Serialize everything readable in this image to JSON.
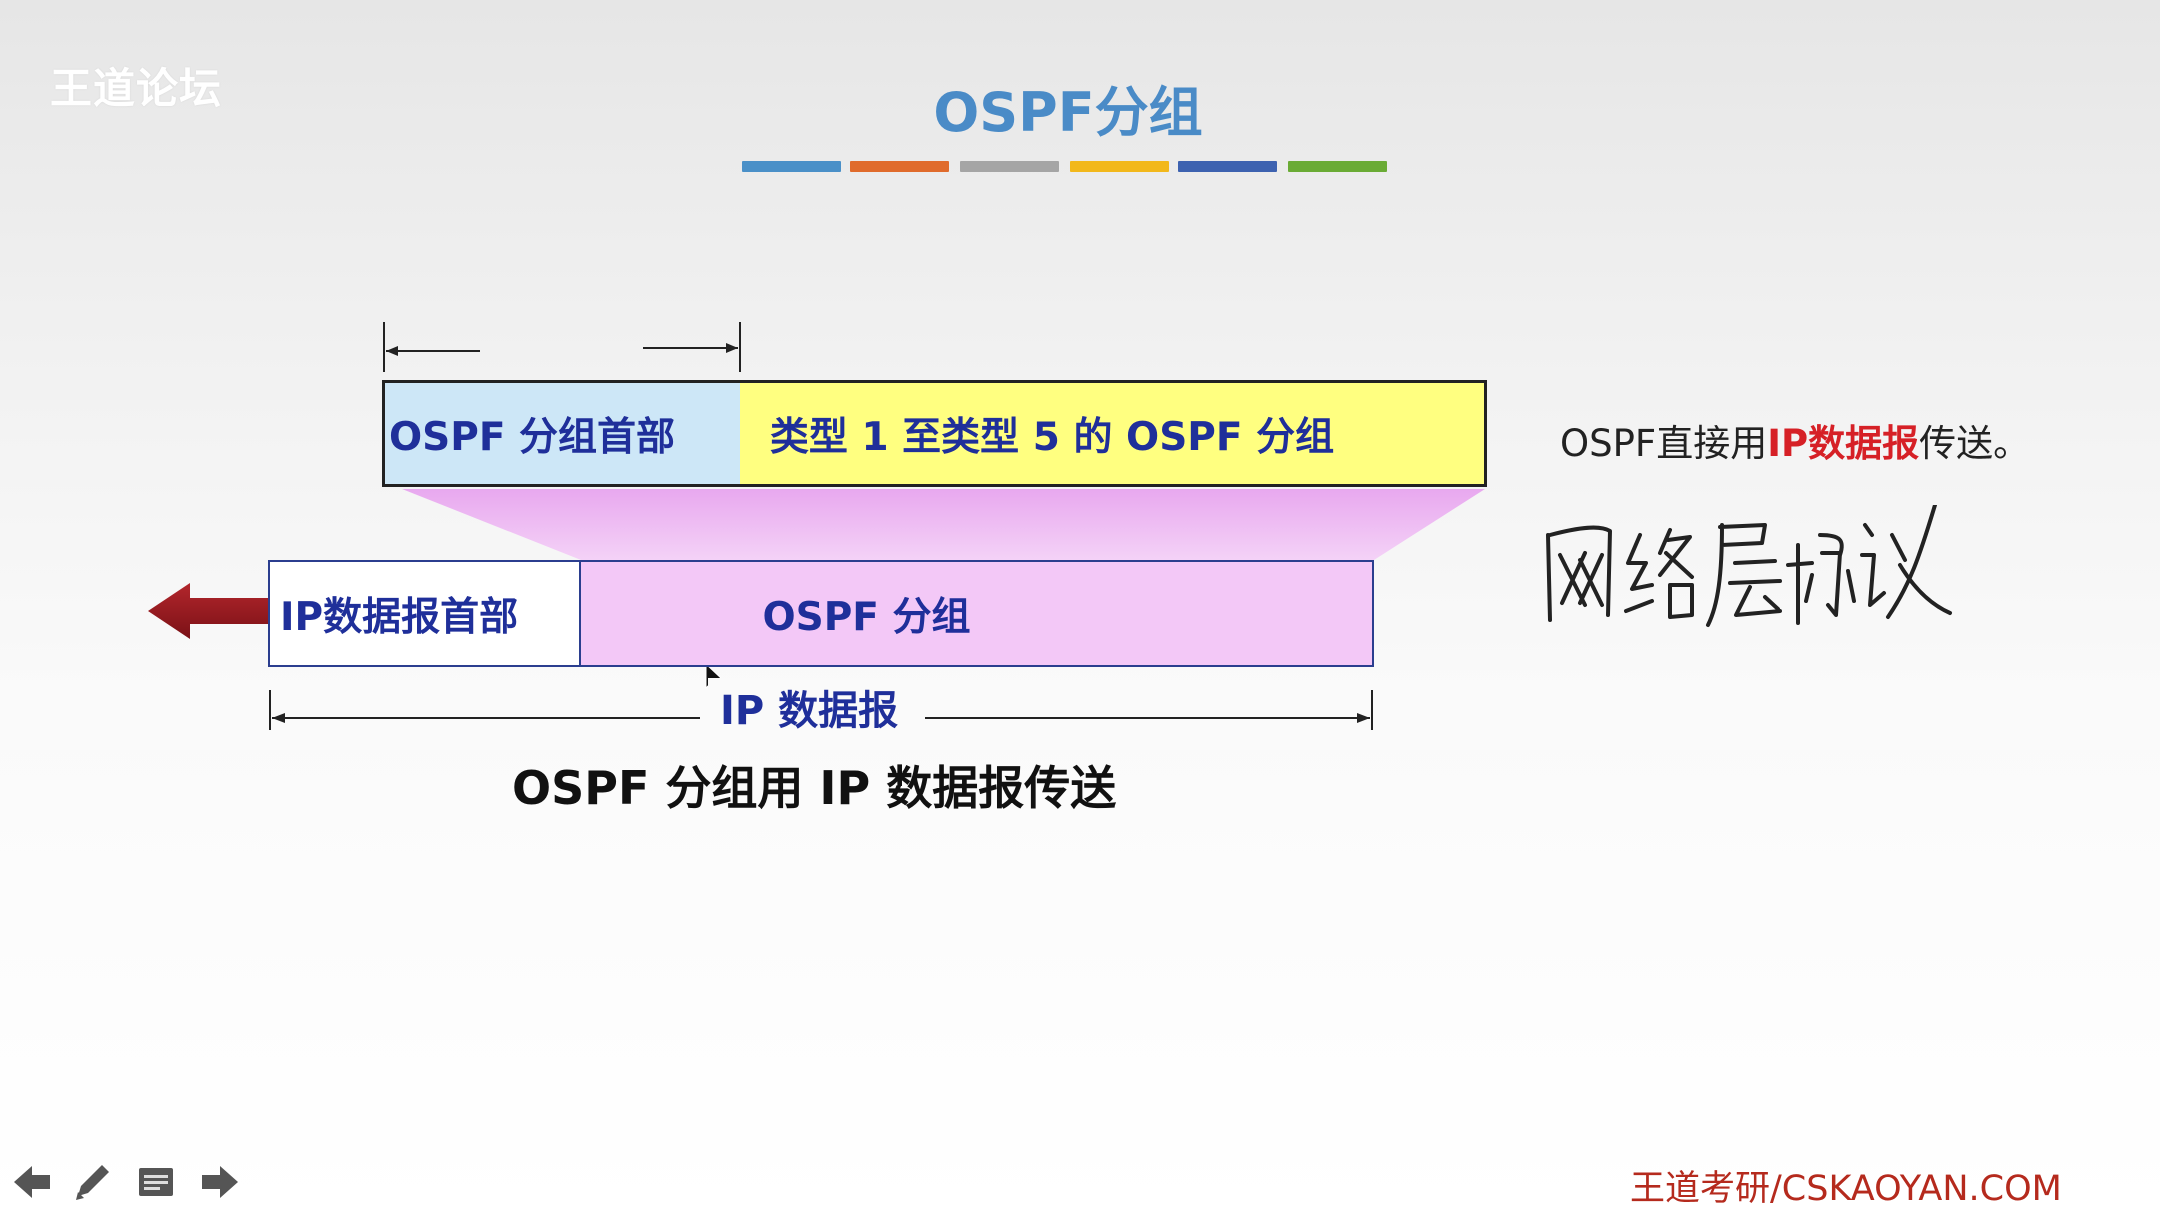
{
  "watermark": "王道论坛",
  "slide": {
    "title": "OSPF分组",
    "title_bar_colors": [
      "#4a90c8",
      "#e06b2c",
      "#a5a5a5",
      "#f2b81b",
      "#3d62b0",
      "#6aab35"
    ]
  },
  "diagram": {
    "ospf_header_label": "OSPF 分组首部",
    "ospf_body_label": "类型 1 至类型 5 的 OSPF 分组",
    "ip_header_label": "IP数据报首部",
    "ospf_packet_label": "OSPF 分组",
    "ip_datagram_label": "IP 数据报",
    "caption": "OSPF 分组用 IP 数据报传送"
  },
  "note": {
    "prefix": "OSPF直接用",
    "highlight": "IP数据报",
    "suffix": "传送。",
    "highlight_color": "#d62026"
  },
  "handwriting": "网络层协议",
  "footer": {
    "brand": "王道考研/CSKAOYAN.COM"
  },
  "toolbar": {
    "prev_icon": "arrow-left-icon",
    "pen_icon": "pen-icon",
    "menu_icon": "slides-menu-icon",
    "next_icon": "arrow-right-icon"
  }
}
